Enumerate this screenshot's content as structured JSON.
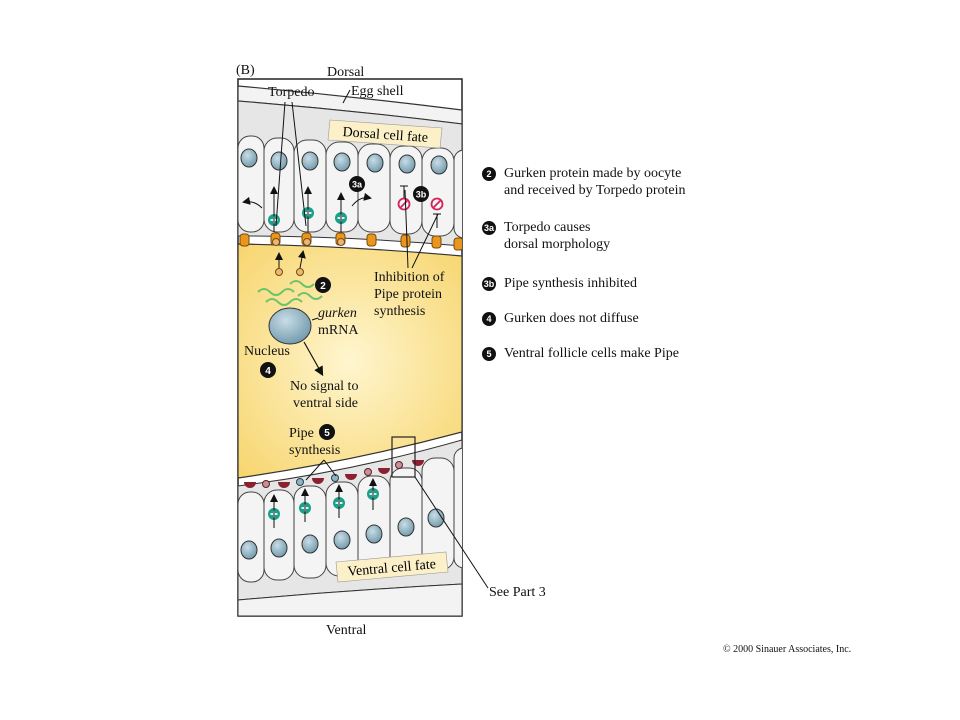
{
  "panel_label": "(B)",
  "orientation": {
    "top": "Dorsal",
    "bottom": "Ventral"
  },
  "labels": {
    "torpedo": "Torpedo",
    "egg_shell": "Egg shell",
    "dorsal_cell_fate": "Dorsal cell fate",
    "ventral_cell_fate": "Ventral cell fate",
    "gurken": "gurken",
    "mrna": "mRNA",
    "nucleus": "Nucleus",
    "no_signal_1": "No signal to",
    "no_signal_2": "ventral side",
    "pipe": "Pipe",
    "pipe_synthesis": "synthesis",
    "inhibition_1": "Inhibition of",
    "inhibition_2": "Pipe protein",
    "inhibition_3": "synthesis",
    "see_part_3": "See Part 3"
  },
  "markers": {
    "m2": "2",
    "m3a": "3a",
    "m3b": "3b",
    "m4": "4",
    "m5": "5"
  },
  "legend": [
    {
      "badge": "2",
      "line1": "Gurken protein made by oocyte",
      "line2": "and received by Torpedo protein"
    },
    {
      "badge": "3a",
      "line1": "Torpedo causes",
      "line2": "dorsal morphology"
    },
    {
      "badge": "3b",
      "line1": "Pipe synthesis inhibited",
      "line2": ""
    },
    {
      "badge": "4",
      "line1": "Gurken does not diffuse",
      "line2": ""
    },
    {
      "badge": "5",
      "line1": "Ventral follicle cells make Pipe",
      "line2": ""
    }
  ],
  "copyright": "© 2000 Sinauer Associates, Inc.",
  "colors": {
    "oocyte": "#fbe28a",
    "cell_fill": "#ececec",
    "nucleus": "#8fb3c4",
    "torpedo_receptor": "#e8961e",
    "gurken_signal": "#e8b87a",
    "gurken_mrna": "#6cc36c",
    "activation_plus": "#19a08a",
    "inhibition": "#d0245a",
    "pipe_receptor": "#8a2030",
    "pipe_protein": "#c89090",
    "fate_tag": "#fbf0c8"
  }
}
